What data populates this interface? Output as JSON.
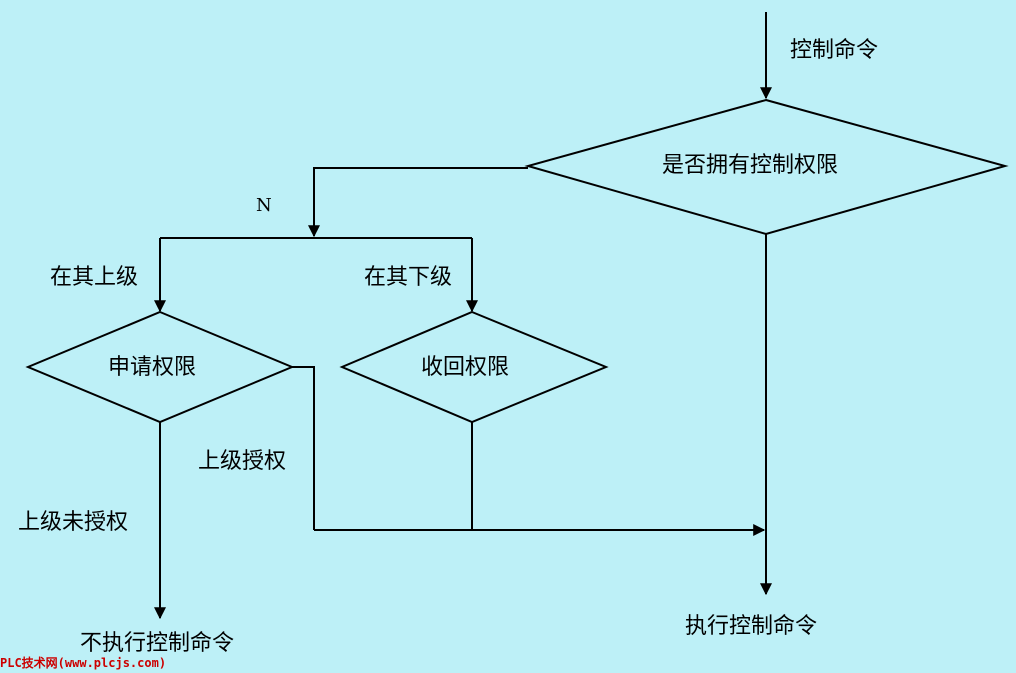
{
  "flowchart": {
    "input_label": "控制命令",
    "decision_has_permission": "是否拥有控制权限",
    "no_branch_label": "N",
    "branch_superior_label": "在其上级",
    "branch_subordinate_label": "在其下级",
    "process_request_permission": "申请权限",
    "process_revoke_permission": "收回权限",
    "superior_authorized_label": "上级授权",
    "superior_not_authorized_label": "上级未授权",
    "output_execute": "执行控制命令",
    "output_not_execute": "不执行控制命令"
  },
  "watermark": "PLC技术网(www.plcjs.com)",
  "colors": {
    "background": "#bdf0f7",
    "stroke": "#000000",
    "watermark": "#cc0000"
  }
}
